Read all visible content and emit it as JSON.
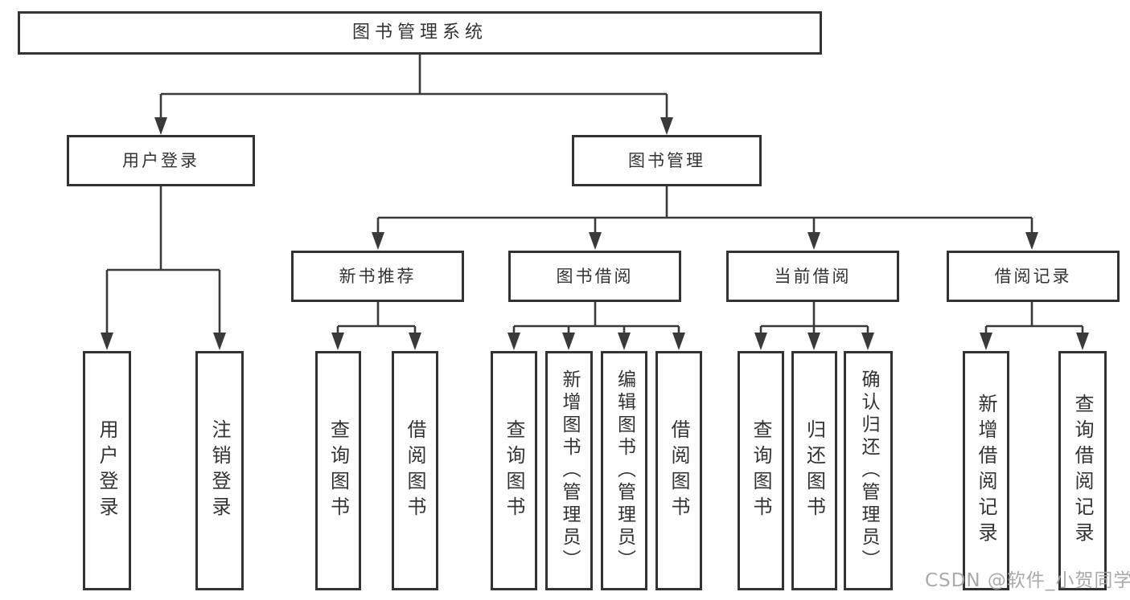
{
  "nodes": {
    "root": {
      "label": "图书管理系统"
    },
    "user_login": {
      "label": "用户登录"
    },
    "book_management": {
      "label": "图书管理"
    },
    "new_book_recommend": {
      "label": "新书推荐"
    },
    "book_borrow": {
      "label": "图书借阅"
    },
    "current_borrow": {
      "label": "当前借阅"
    },
    "borrow_records": {
      "label": "借阅记录"
    },
    "leaf_user_login": {
      "label": "用户登录"
    },
    "leaf_logout": {
      "label": "注销登录"
    },
    "leaf_query_book_1": {
      "label": "查询图书"
    },
    "leaf_borrow_book_1": {
      "label": "借阅图书"
    },
    "leaf_query_book_2": {
      "label": "查询图书"
    },
    "leaf_add_book": {
      "label": "新增图书（管理员）"
    },
    "leaf_edit_book": {
      "label": "编辑图书（管理员）"
    },
    "leaf_borrow_book_2": {
      "label": "借阅图书"
    },
    "leaf_query_book_3": {
      "label": "查询图书"
    },
    "leaf_return_book": {
      "label": "归还图书"
    },
    "leaf_confirm_return": {
      "label": "确认归还（管理员）"
    },
    "leaf_add_borrow_record": {
      "label": "新增借阅记录"
    },
    "leaf_query_borrow_record": {
      "label": "查询借阅记录"
    }
  },
  "watermark": {
    "text": "CSDN @软件_小贺同学"
  },
  "colors": {
    "line": "#333333",
    "text": "#333333",
    "background": "#ffffff",
    "watermark": "#a3a3a3"
  }
}
